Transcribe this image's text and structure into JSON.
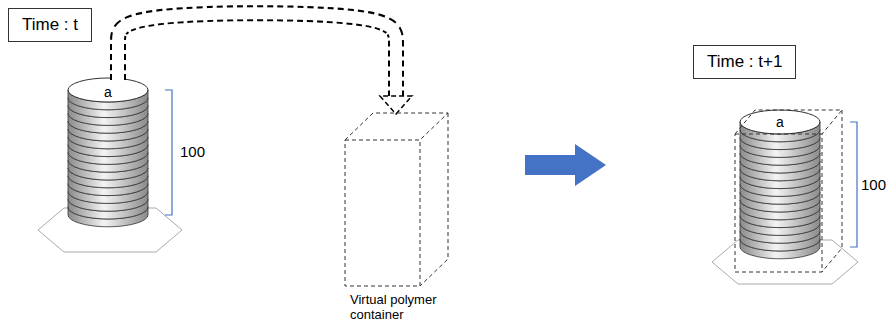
{
  "diagram": {
    "nodes": [
      {
        "text": [
          "Time : t"
        ]
      },
      {
        "text": [
          "a"
        ]
      },
      {
        "text": [
          "Virtual polymer container"
        ]
      },
      {
        "text": [
          "Time : t+1"
        ]
      },
      {
        "text": [
          "a"
        ]
      }
    ],
    "edges": [
      {
        "from": 1,
        "to": 2,
        "arrow": "to"
      }
    ],
    "labels": [
      "100",
      "100"
    ]
  }
}
